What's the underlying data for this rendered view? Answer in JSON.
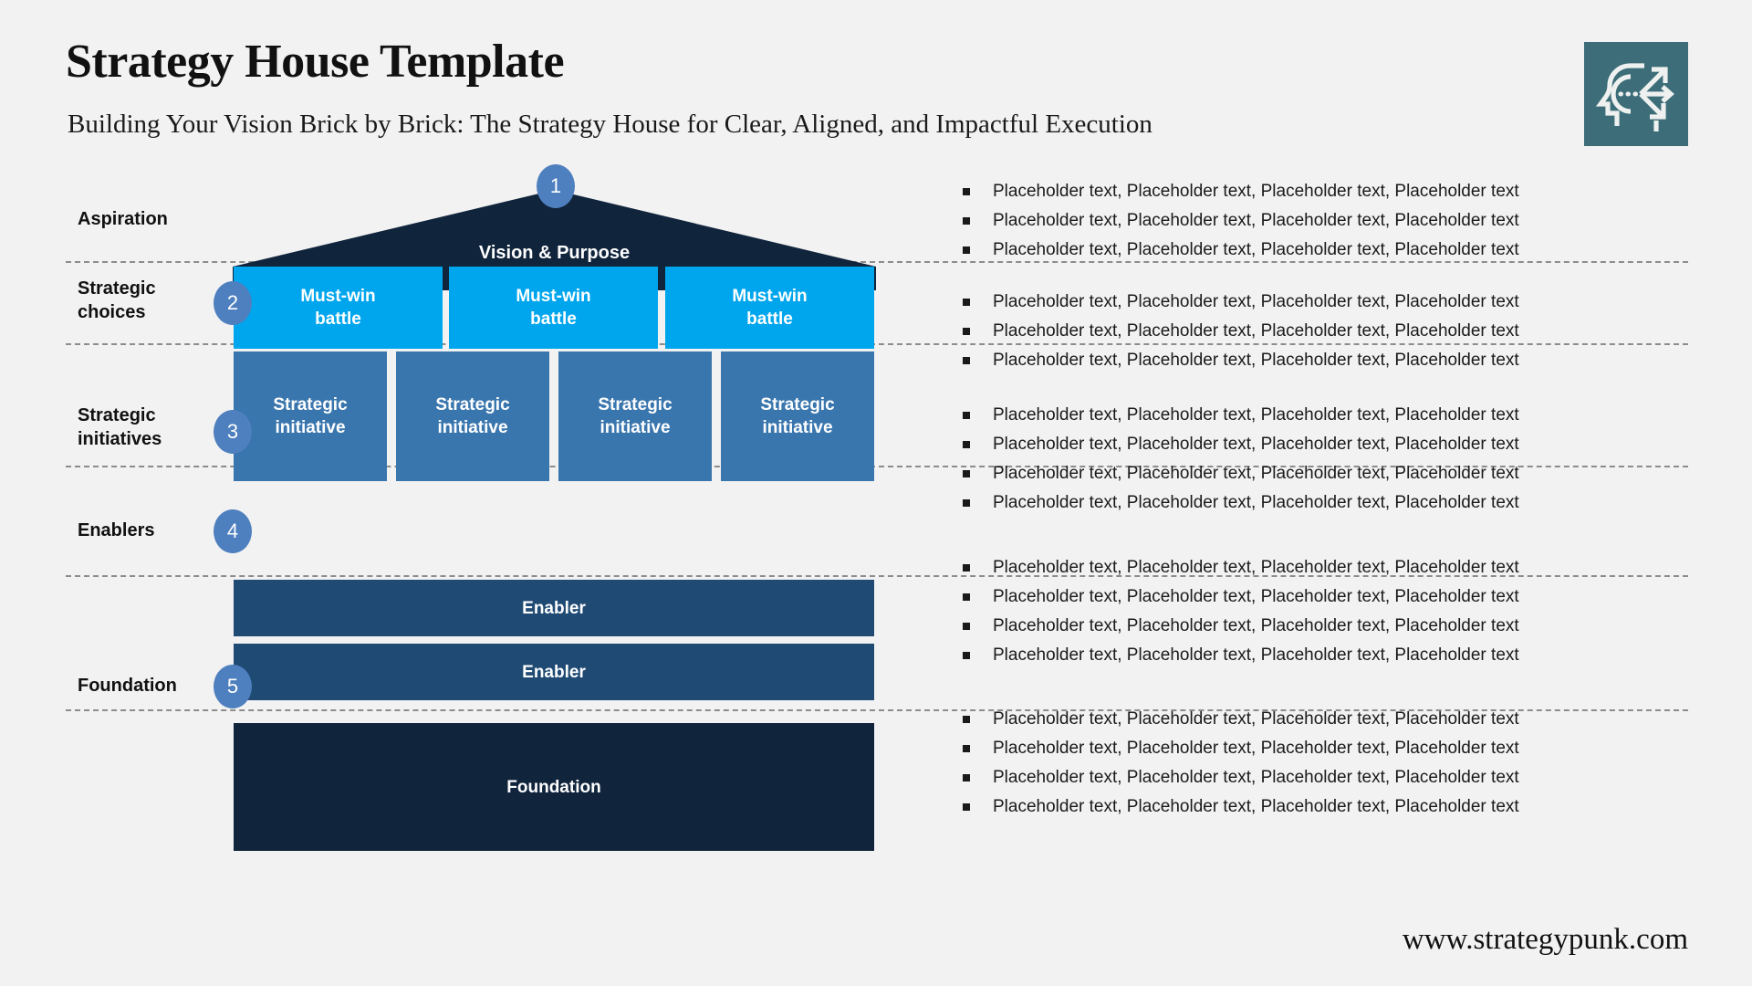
{
  "header": {
    "title": "Strategy House Template",
    "subtitle": "Building Your Vision Brick by Brick: The Strategy House for Clear, Aligned, and Impactful Execution",
    "logo_icon": "head-with-arrows-icon",
    "logo_bg": "#3d6d78"
  },
  "colors": {
    "page_bg": "#f2f2f2",
    "roof": "#10243c",
    "must_win": "#00a6ed",
    "initiative": "#3a76ae",
    "enabler": "#1f4a74",
    "foundation": "#10243c",
    "badge": "#4e7fbe",
    "separator": "#8c8c8c"
  },
  "rows": [
    {
      "key": "aspiration",
      "label": "Aspiration",
      "badge": "1",
      "boxes": [
        {
          "label": "Vision & Purpose"
        }
      ]
    },
    {
      "key": "strategic-choices",
      "label": "Strategic\nchoices",
      "badge": "2",
      "boxes": [
        {
          "label": "Must-win\nbattle"
        },
        {
          "label": "Must-win\nbattle"
        },
        {
          "label": "Must-win\nbattle"
        }
      ]
    },
    {
      "key": "strategic-initiatives",
      "label": "Strategic\ninitiatives",
      "badge": "3",
      "boxes": [
        {
          "label": "Strategic\ninitiative"
        },
        {
          "label": "Strategic\ninitiative"
        },
        {
          "label": "Strategic\ninitiative"
        },
        {
          "label": "Strategic\ninitiative"
        }
      ]
    },
    {
      "key": "enablers",
      "label": "Enablers",
      "badge": "4",
      "boxes": [
        {
          "label": "Enabler"
        },
        {
          "label": "Enabler"
        }
      ]
    },
    {
      "key": "foundation",
      "label": "Foundation",
      "badge": "5",
      "boxes": [
        {
          "label": "Foundation"
        }
      ]
    }
  ],
  "notes": [
    {
      "row": "aspiration",
      "items": [
        "Placeholder text, Placeholder text, Placeholder text, Placeholder text",
        "Placeholder text, Placeholder text, Placeholder text, Placeholder text",
        "Placeholder text, Placeholder text, Placeholder text, Placeholder text"
      ]
    },
    {
      "row": "strategic-choices",
      "items": [
        "Placeholder text, Placeholder text, Placeholder text, Placeholder text",
        "Placeholder text, Placeholder text, Placeholder text, Placeholder text",
        "Placeholder text, Placeholder text, Placeholder text, Placeholder text"
      ]
    },
    {
      "row": "strategic-initiatives",
      "items": [
        "Placeholder text, Placeholder text, Placeholder text, Placeholder text",
        "Placeholder text, Placeholder text, Placeholder text, Placeholder text",
        "Placeholder text, Placeholder text, Placeholder text, Placeholder text",
        "Placeholder text, Placeholder text, Placeholder text, Placeholder text"
      ]
    },
    {
      "row": "enablers",
      "items": [
        "Placeholder text, Placeholder text, Placeholder text, Placeholder text",
        "Placeholder text, Placeholder text, Placeholder text, Placeholder text",
        "Placeholder text, Placeholder text, Placeholder text, Placeholder text",
        "Placeholder text, Placeholder text, Placeholder text, Placeholder text"
      ]
    },
    {
      "row": "foundation",
      "items": [
        "Placeholder text, Placeholder text, Placeholder text, Placeholder text",
        "Placeholder text, Placeholder text, Placeholder text, Placeholder text",
        "Placeholder text, Placeholder text, Placeholder text, Placeholder text",
        "Placeholder text, Placeholder text, Placeholder text, Placeholder text"
      ]
    }
  ],
  "footer": {
    "url": "www.strategypunk.com"
  }
}
